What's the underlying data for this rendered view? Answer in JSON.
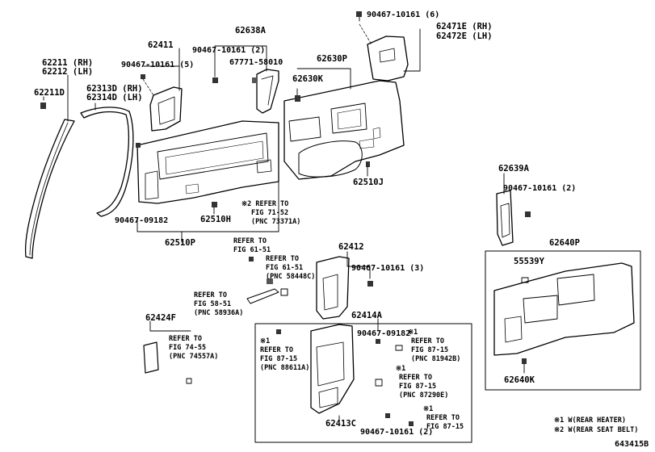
{
  "labels": {
    "p62211": "62211 (RH)",
    "p62212": "62212 (LH)",
    "p62211d": "62211D",
    "p62313d": "62313D (RH)",
    "p62314d": "62314D (LH)",
    "p62411": "62411",
    "b90467_5": "90467-10161 (5)",
    "p62638a": "62638A",
    "b90467_2a": "90467-10161 (2)",
    "c67771": "67771-58010",
    "b90467_6": "90467-10161 (6)",
    "p62471e": "62471E (RH)",
    "p62472e": "62472E (LH)",
    "p62630p": "62630P",
    "p62630k": "62630K",
    "p62510j": "62510J",
    "b90467_09182a": "90467-09182",
    "p62510h": "62510H",
    "p62510p": "62510P",
    "ref71_1": "※2 REFER TO",
    "ref71_2": "FIG 71-52",
    "ref71_3": "(PNC 73371A)",
    "ref61a_1": "REFER TO",
    "ref61a_2": "FIG 61-51",
    "ref61b_1": "REFER TO",
    "ref61b_2": "FIG 61-51",
    "ref61b_3": "(PNC 58448C)",
    "ref58_1": "REFER TO",
    "ref58_2": "FIG 58-51",
    "ref58_3": "(PNC 58936A)",
    "p62424f": "62424F",
    "ref74_1": "REFER TO",
    "ref74_2": "FIG 74-55",
    "ref74_3": "(PNC 74557A)",
    "p62412": "62412",
    "b90467_3": "90467-10161 (3)",
    "p62414a": "62414A",
    "b90467_09182b": "90467-09182",
    "refA_1": "※1",
    "refA_2": "REFER TO",
    "refA_3": "FIG 87-15",
    "refA_4": "(PNC 88611A)",
    "refB_1": "※1",
    "refB_2": "REFER TO",
    "refB_3": "FIG 87-15",
    "refB_4": "(PNC 81942B)",
    "refC_1": "※1",
    "refC_2": "REFER TO",
    "refC_3": "FIG 87-15",
    "refC_4": "(PNC 87290E)",
    "refD_1": "※1",
    "refD_2": "REFER TO",
    "refD_3": "FIG 87-15",
    "p62413c": "62413C",
    "b90467_2b": "90467-10161 (2)",
    "p62639a": "62639A",
    "b90467_2c": "90467-10161 (2)",
    "p62640p": "62640P",
    "p55539y": "55539Y",
    "p62640k": "62640K",
    "legend1": "※1 W(REAR HEATER)",
    "legend2": "※2 W(REAR SEAT BELT)",
    "figno": "643415B"
  }
}
